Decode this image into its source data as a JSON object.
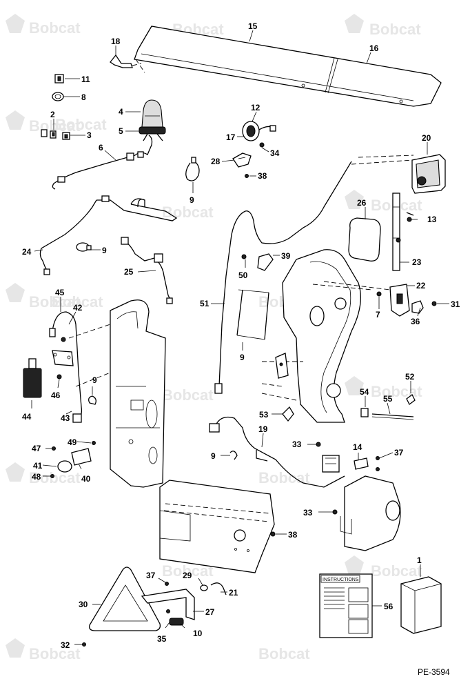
{
  "watermark": "Bobcat",
  "figure_code": "PE-3594",
  "instructions_label": "INSTRUCTIONS",
  "callouts": [
    {
      "id": "c1",
      "label": "1"
    },
    {
      "id": "c2",
      "label": "2"
    },
    {
      "id": "c3",
      "label": "3"
    },
    {
      "id": "c4",
      "label": "4"
    },
    {
      "id": "c5",
      "label": "5"
    },
    {
      "id": "c6",
      "label": "6"
    },
    {
      "id": "c7",
      "label": "7"
    },
    {
      "id": "c8",
      "label": "8"
    },
    {
      "id": "c9a",
      "label": "9"
    },
    {
      "id": "c9b",
      "label": "9"
    },
    {
      "id": "c9c",
      "label": "9"
    },
    {
      "id": "c9d",
      "label": "9"
    },
    {
      "id": "c9e",
      "label": "9"
    },
    {
      "id": "c10",
      "label": "10"
    },
    {
      "id": "c11",
      "label": "11"
    },
    {
      "id": "c12",
      "label": "12"
    },
    {
      "id": "c13",
      "label": "13"
    },
    {
      "id": "c14",
      "label": "14"
    },
    {
      "id": "c15",
      "label": "15"
    },
    {
      "id": "c16",
      "label": "16"
    },
    {
      "id": "c17",
      "label": "17"
    },
    {
      "id": "c18",
      "label": "18"
    },
    {
      "id": "c19",
      "label": "19"
    },
    {
      "id": "c20",
      "label": "20"
    },
    {
      "id": "c21",
      "label": "21"
    },
    {
      "id": "c22",
      "label": "22"
    },
    {
      "id": "c23",
      "label": "23"
    },
    {
      "id": "c24",
      "label": "24"
    },
    {
      "id": "c25",
      "label": "25"
    },
    {
      "id": "c26",
      "label": "26"
    },
    {
      "id": "c27",
      "label": "27"
    },
    {
      "id": "c28",
      "label": "28"
    },
    {
      "id": "c29",
      "label": "29"
    },
    {
      "id": "c30",
      "label": "30"
    },
    {
      "id": "c31",
      "label": "31"
    },
    {
      "id": "c32",
      "label": "32"
    },
    {
      "id": "c33a",
      "label": "33"
    },
    {
      "id": "c33b",
      "label": "33"
    },
    {
      "id": "c34",
      "label": "34"
    },
    {
      "id": "c35",
      "label": "35"
    },
    {
      "id": "c36",
      "label": "36"
    },
    {
      "id": "c37a",
      "label": "37"
    },
    {
      "id": "c37b",
      "label": "37"
    },
    {
      "id": "c38a",
      "label": "38"
    },
    {
      "id": "c38b",
      "label": "38"
    },
    {
      "id": "c39",
      "label": "39"
    },
    {
      "id": "c40",
      "label": "40"
    },
    {
      "id": "c41",
      "label": "41"
    },
    {
      "id": "c42",
      "label": "42"
    },
    {
      "id": "c43",
      "label": "43"
    },
    {
      "id": "c44",
      "label": "44"
    },
    {
      "id": "c45",
      "label": "45"
    },
    {
      "id": "c46",
      "label": "46"
    },
    {
      "id": "c47",
      "label": "47"
    },
    {
      "id": "c48",
      "label": "48"
    },
    {
      "id": "c49",
      "label": "49"
    },
    {
      "id": "c50",
      "label": "50"
    },
    {
      "id": "c51",
      "label": "51"
    },
    {
      "id": "c52",
      "label": "52"
    },
    {
      "id": "c53",
      "label": "53"
    },
    {
      "id": "c54",
      "label": "54"
    },
    {
      "id": "c55",
      "label": "55"
    },
    {
      "id": "c56",
      "label": "56"
    }
  ]
}
